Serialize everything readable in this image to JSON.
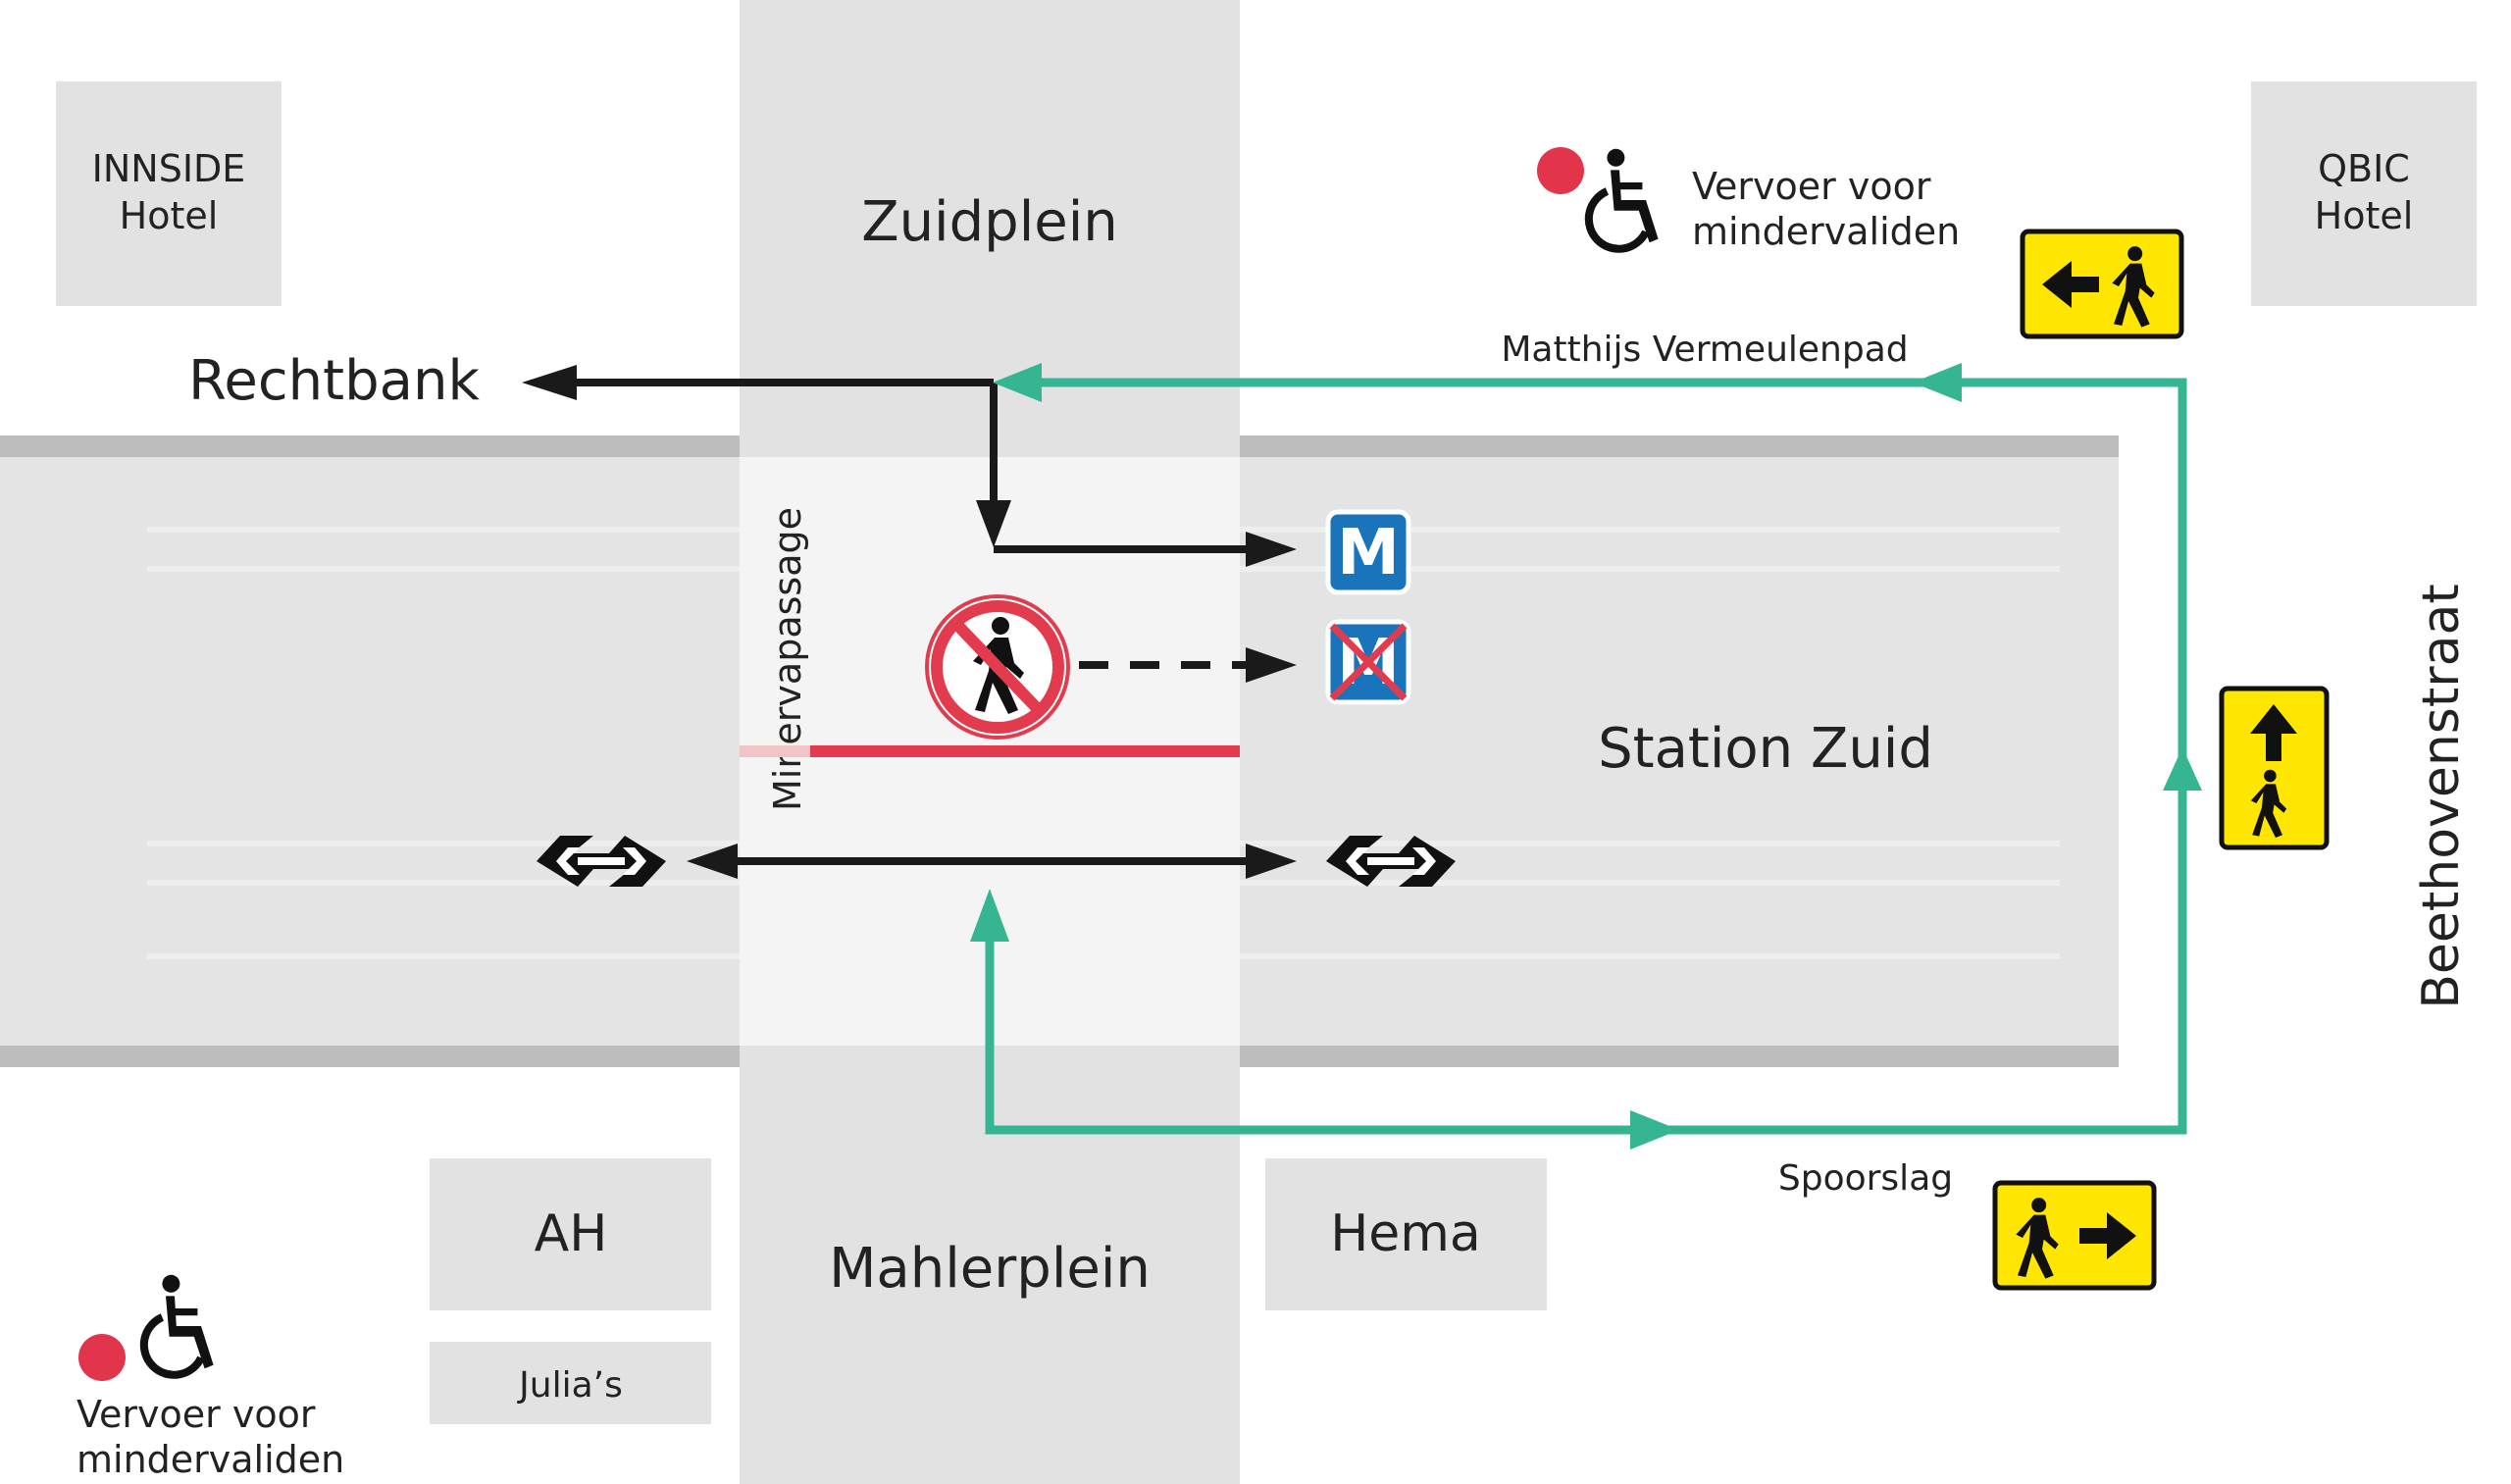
{
  "colors": {
    "background": "#ffffff",
    "building": "#e2e2e2",
    "passage": "#f3f3f3",
    "track_edge": "#bdbdbd",
    "walk_route": "#1a1a1a",
    "accessible_route": "#35b591",
    "closed_line": "#e23b4e",
    "sign_yellow": "#ffe600",
    "metro_blue": "#1a74bb",
    "red_dot": "#e2344a"
  },
  "places": {
    "innside_hotel": "INNSIDE\nHotel",
    "qbic_hotel": "QBIC\nHotel",
    "zuidplein": "Zuidplein",
    "mahlerplein": "Mahlerplein",
    "station_zuid": "Station Zuid",
    "ah": "AH",
    "julias": "Julia’s",
    "hema": "Hema",
    "rechtbank": "Rechtbank"
  },
  "streets": {
    "matthijs_vermeulenpad": "Matthijs Vermeulenpad",
    "spoorslag": "Spoorslag",
    "beethovenstraat": "Beethovenstraat",
    "minervapassage": "Minervapassage"
  },
  "accessibility": {
    "top_label": "Vervoer voor\nmindervaliden",
    "bottom_label": "Vervoer voor\nmindervaliden"
  },
  "icons": {
    "metro": "M",
    "metro_closed": "M",
    "no_pedestrians": "no-pedestrians-sign",
    "ns_logo": "ns-logo",
    "wheelchair": "wheelchair-icon",
    "pedestrian_sign_left": "pedestrian-left-sign",
    "pedestrian_sign_right": "pedestrian-right-sign",
    "pedestrian_sign_up": "pedestrian-up-sign"
  }
}
